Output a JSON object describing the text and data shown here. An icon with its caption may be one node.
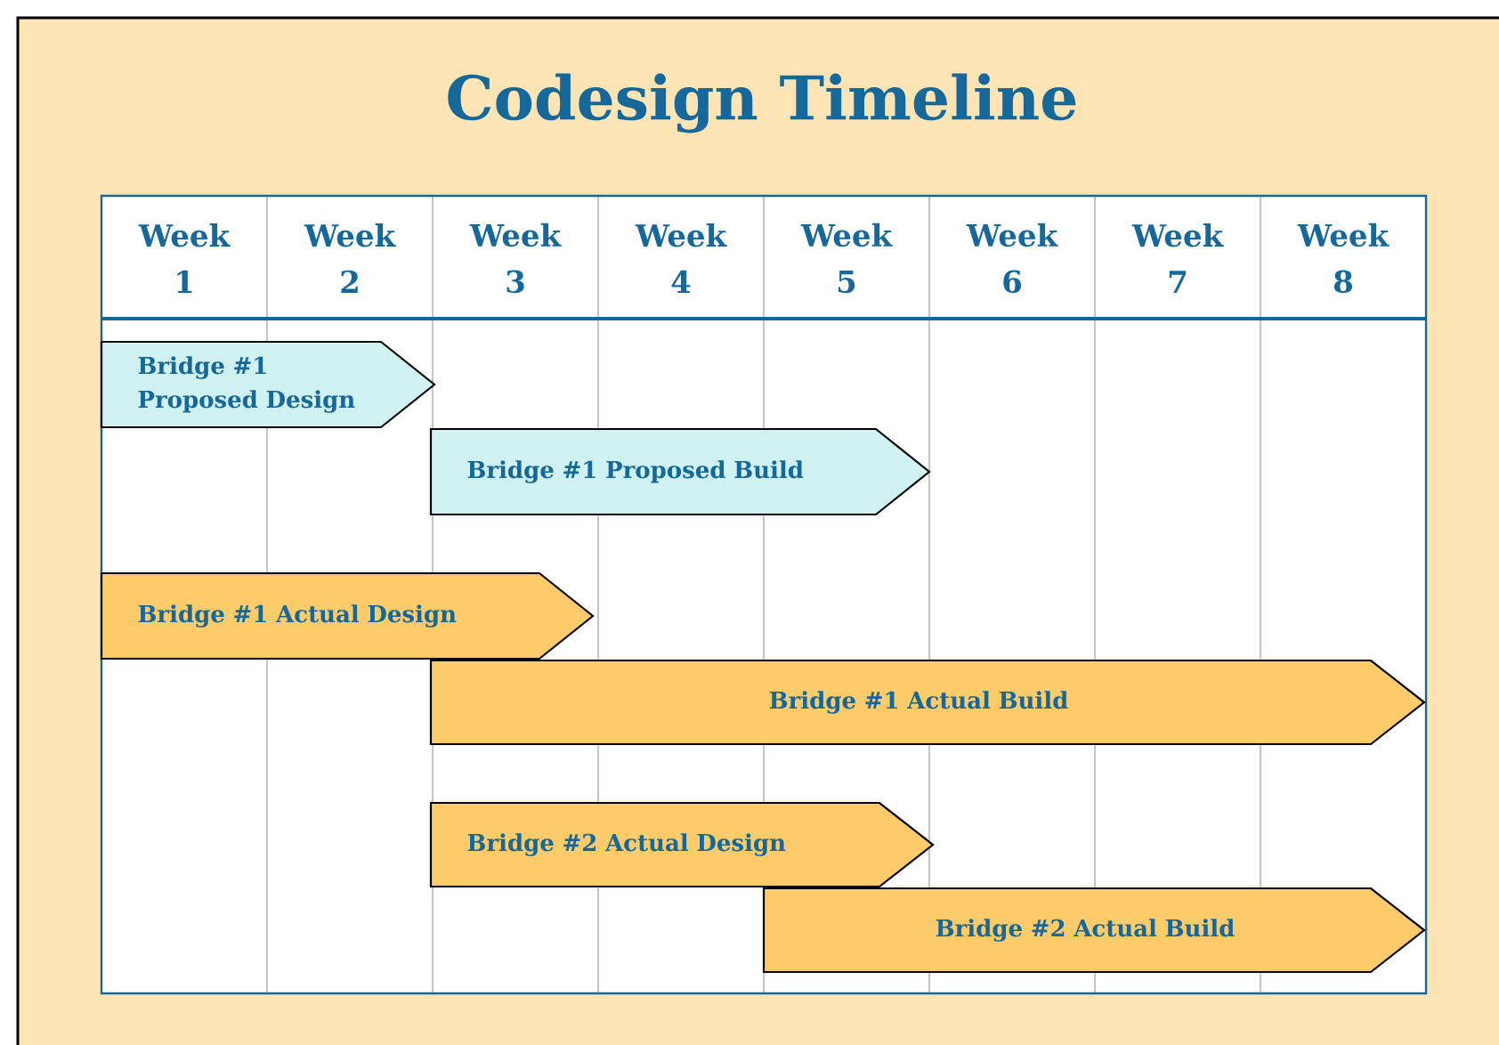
{
  "diagram": {
    "title": "Codesign Timeline",
    "nodes": [
      {
        "text": [
          "Bridge #1 Proposed Design"
        ]
      },
      {
        "text": [
          "Bridge #1 Proposed Build"
        ]
      },
      {
        "text": [
          "Bridge #1 Actual Design"
        ]
      },
      {
        "text": [
          "Bridge #1 Actual Build"
        ]
      },
      {
        "text": [
          "Bridge #2 Actual Design"
        ]
      },
      {
        "text": [
          "Bridge #2 Actual Build"
        ]
      }
    ],
    "labels": [
      "Week 1",
      "Week 2",
      "Week 3",
      "Week 4",
      "Week 5",
      "Week 6",
      "Week 7",
      "Week 8"
    ]
  }
}
